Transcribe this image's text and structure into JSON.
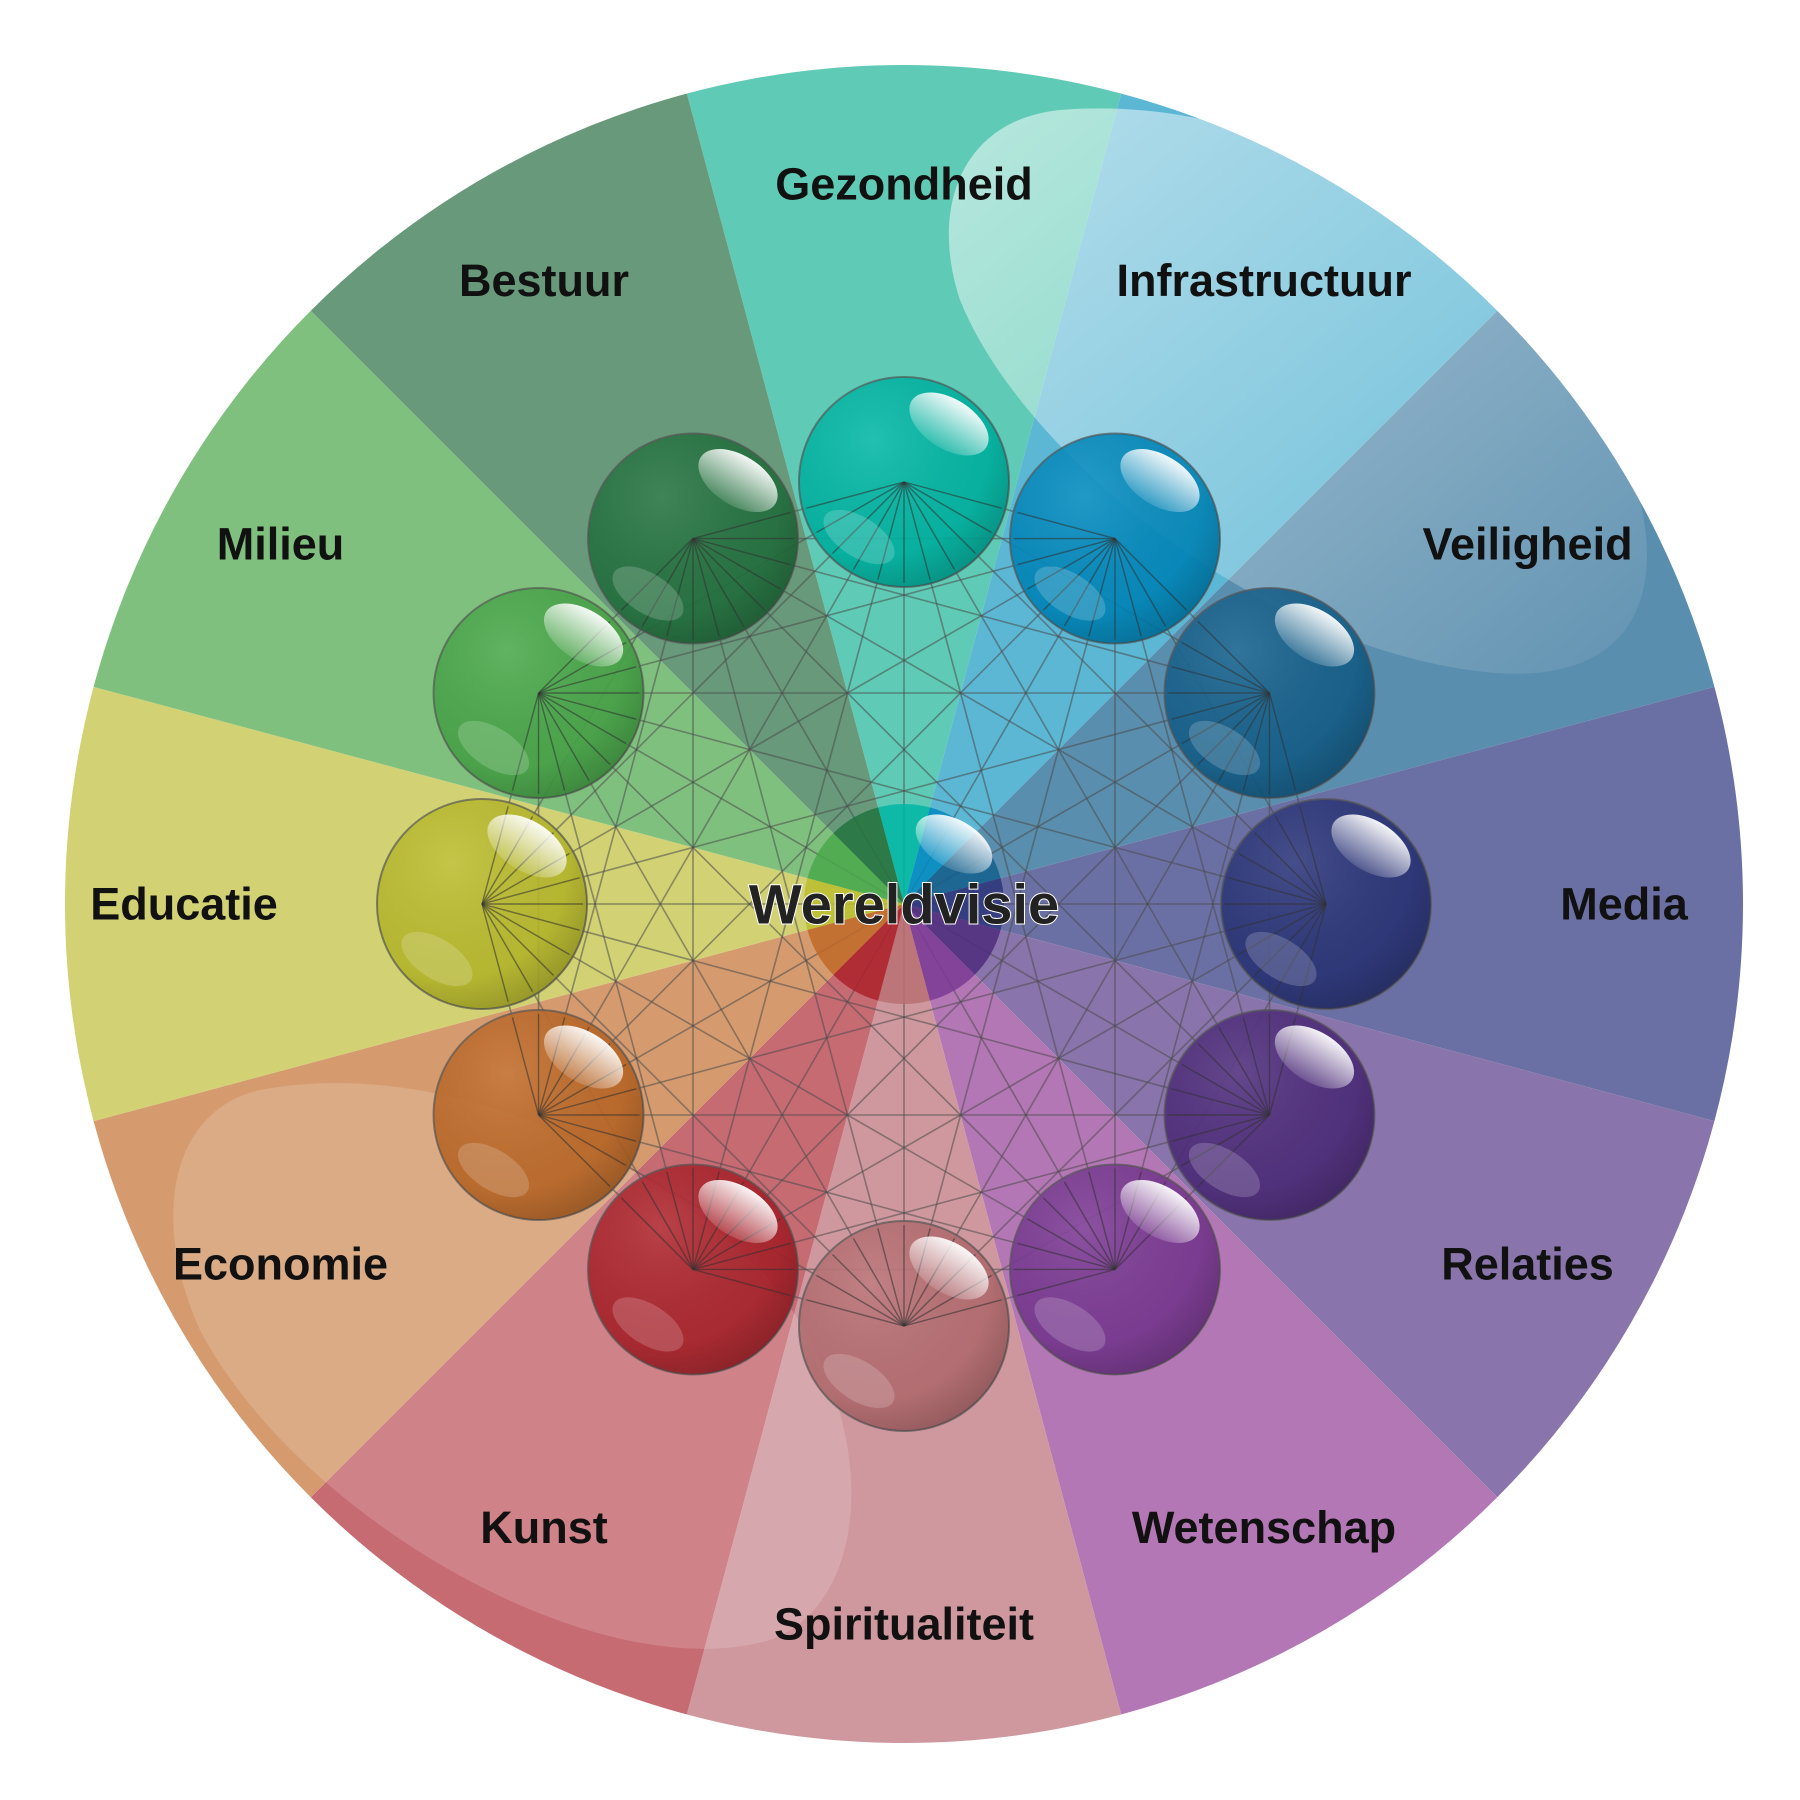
{
  "center": {
    "label": "Wereldvisie"
  },
  "segments": [
    {
      "label": "Gezondheid",
      "color": "#5fcab5",
      "sphere": "#00b7a5"
    },
    {
      "label": "Infrastructuur",
      "color": "#5cb7d4",
      "sphere": "#0089bf"
    },
    {
      "label": "Veiligheid",
      "color": "#5a8eae",
      "sphere": "#14608d"
    },
    {
      "label": "Media",
      "color": "#6b70a4",
      "sphere": "#2b357a"
    },
    {
      "label": "Relaties",
      "color": "#8974ab",
      "sphere": "#4f2c7c"
    },
    {
      "label": "Wetenschap",
      "color": "#b477b5",
      "sphere": "#7a3994"
    },
    {
      "label": "Spiritualiteit",
      "color": "#cf989e",
      "sphere": "#b86f72"
    },
    {
      "label": "Kunst",
      "color": "#c76b73",
      "sphere": "#ad222b"
    },
    {
      "label": "Economie",
      "color": "#d59b6f",
      "sphere": "#c06a28"
    },
    {
      "label": "Educatie",
      "color": "#d2d174",
      "sphere": "#bbbd2e"
    },
    {
      "label": "Milieu",
      "color": "#80c07f",
      "sphere": "#49a84a"
    },
    {
      "label": "Bestuur",
      "color": "#67997a",
      "sphere": "#24733f"
    }
  ],
  "icons": {
    "sphere": "glossy-sphere-icon"
  }
}
